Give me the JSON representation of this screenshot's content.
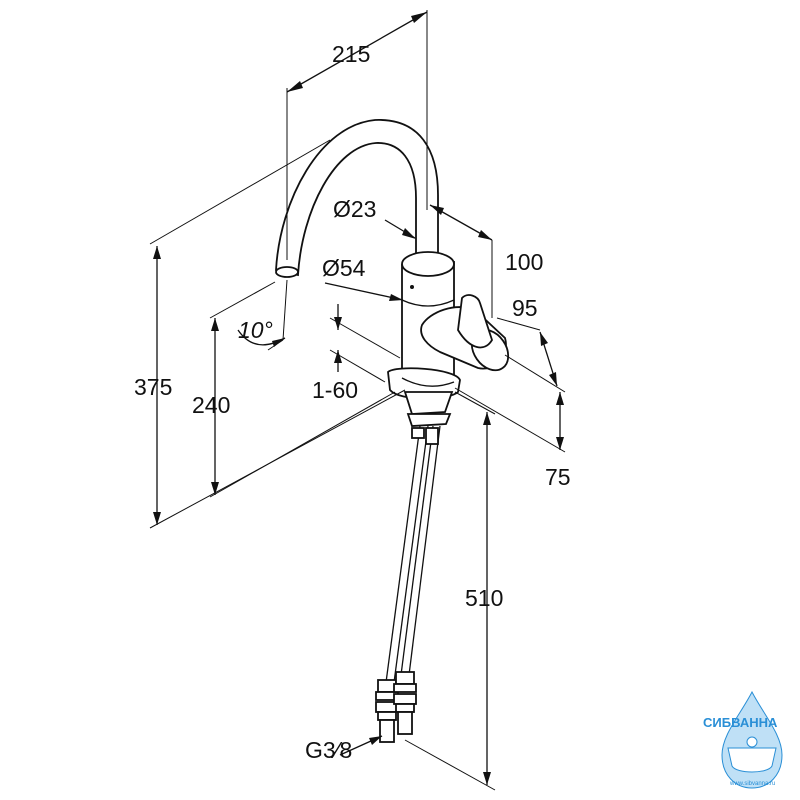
{
  "dimensions": {
    "width_spout": "215",
    "dia_spout": "Ø23",
    "dia_body": "Ø54",
    "offset_100": "100",
    "offset_95": "95",
    "offset_75": "75",
    "height_total": "375",
    "height_outlet": "240",
    "deck_thickness": "1-60",
    "hose_length": "510",
    "angle": "10°",
    "connection_thread": "G3⁄8"
  },
  "logo": {
    "name": "СИБВАННА",
    "url": "www.sibvanna.ru",
    "colors": {
      "primary": "#2a8fd6",
      "light": "#bfe0f6"
    }
  }
}
